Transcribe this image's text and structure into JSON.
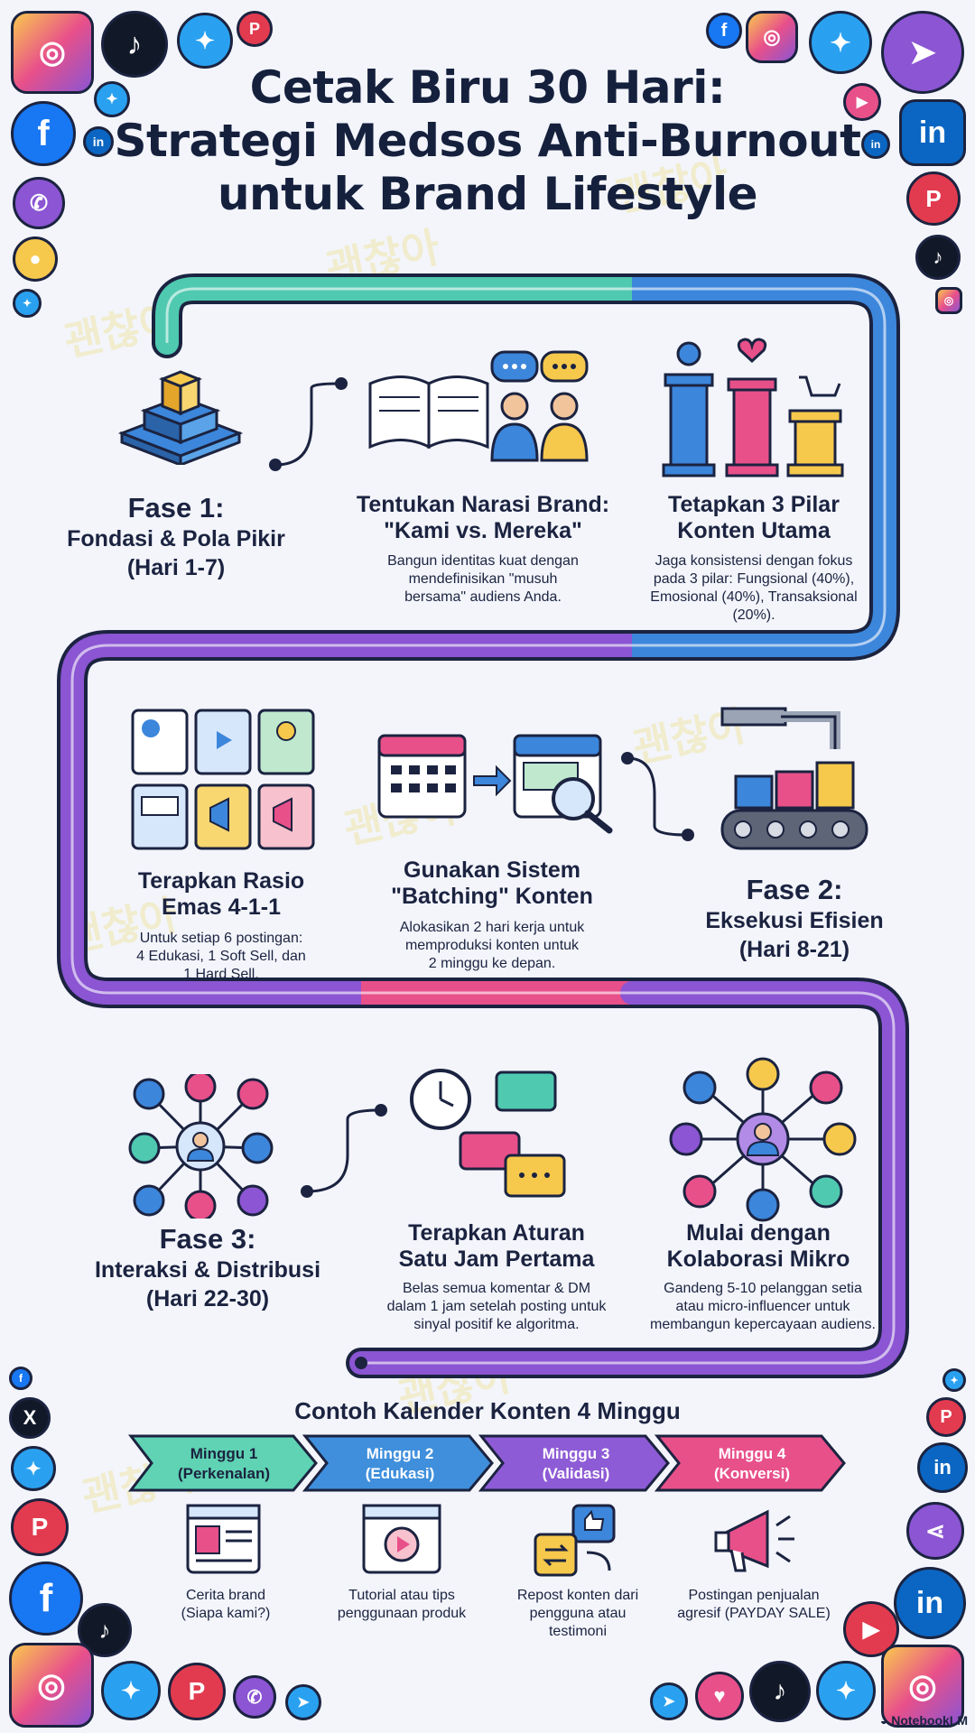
{
  "title": {
    "line1": "Cetak Biru 30 Hari:",
    "line2": "Strategi Medsos Anti-Burnout",
    "line3": "untuk Brand Lifestyle"
  },
  "phases": [
    {
      "title": "Fase 1:",
      "sub1": "Fondasi & Pola Pikir",
      "sub2": "(Hari 1-7)"
    },
    {
      "title": "Fase 2:",
      "sub1": "Eksekusi Efisien",
      "sub2": "(Hari 8-21)"
    },
    {
      "title": "Fase 3:",
      "sub1": "Interaksi & Distribusi",
      "sub2": "(Hari 22-30)"
    }
  ],
  "steps": {
    "narasi": {
      "title1": "Tentukan Narasi Brand:",
      "title2": "\"Kami vs. Mereka\"",
      "desc1": "Bangun identitas kuat dengan",
      "desc2": "mendefinisikan \"musuh",
      "desc3": "bersama\" audiens Anda."
    },
    "pilar": {
      "title1": "Tetapkan 3 Pilar",
      "title2": "Konten Utama",
      "desc1": "Jaga konsistensi dengan fokus",
      "desc2": "pada 3 pilar: Fungsional (40%),",
      "desc3": "Emosional (40%), Transaksional",
      "desc4": "(20%)."
    },
    "rasio": {
      "title1": "Terapkan Rasio",
      "title2": "Emas 4-1-1",
      "desc1": "Untuk setiap 6 postingan:",
      "desc2": "4 Edukasi, 1 Soft Sell, dan",
      "desc3": "1 Hard Sell."
    },
    "batching": {
      "title1": "Gunakan Sistem",
      "title2": "\"Batching\" Konten",
      "desc1": "Alokasikan 2 hari kerja untuk",
      "desc2": "memproduksi konten untuk",
      "desc3": "2 minggu ke depan."
    },
    "satujam": {
      "title1": "Terapkan Aturan",
      "title2": "Satu Jam Pertama",
      "desc1": "Belas semua komentar & DM",
      "desc2": "dalam 1 jam setelah posting untuk",
      "desc3": "sinyal positif ke algoritma."
    },
    "kolaborasi": {
      "title1": "Mulai dengan",
      "title2": "Kolaborasi Mikro",
      "desc1": "Gandeng 5-10 pelanggan setia",
      "desc2": "atau micro-influencer untuk",
      "desc3": "membangun kepercayaan audiens."
    }
  },
  "calendar": {
    "title": "Contoh Kalender Konten 4 Minggu",
    "weeks": [
      {
        "label1": "Minggu 1",
        "label2": "(Perkenalan)",
        "desc1": "Cerita brand",
        "desc2": "(Siapa kami?)",
        "desc3": "",
        "color": "#5fd3b3"
      },
      {
        "label1": "Minggu 2",
        "label2": "(Edukasi)",
        "desc1": "Tutorial atau tips",
        "desc2": "penggunaan produk",
        "desc3": "",
        "color": "#3f8fdc"
      },
      {
        "label1": "Minggu 3",
        "label2": "(Validasi)",
        "desc1": "Repost konten dari",
        "desc2": "pengguna atau",
        "desc3": "testimoni",
        "color": "#8e5bd6"
      },
      {
        "label1": "Minggu 4",
        "label2": "(Konversi)",
        "desc1": "Postingan penjualan",
        "desc2": "agresif (PAYDAY SALE)",
        "desc3": "",
        "color": "#e8508a"
      }
    ]
  },
  "watermark": "괜찮아",
  "badge": "NotebookLM",
  "colors": {
    "teal": "#4fc9b0",
    "blue": "#3c86db",
    "purple": "#8b55d3",
    "pink": "#e8508a",
    "navy": "#1b2340"
  },
  "social_icons": [
    "instagram-icon",
    "tiktok-icon",
    "twitter-icon",
    "pinterest-icon",
    "facebook-icon",
    "linkedin-icon",
    "telegram-icon",
    "youtube-icon",
    "viber-icon",
    "user-icon",
    "x-icon",
    "share-icon"
  ]
}
